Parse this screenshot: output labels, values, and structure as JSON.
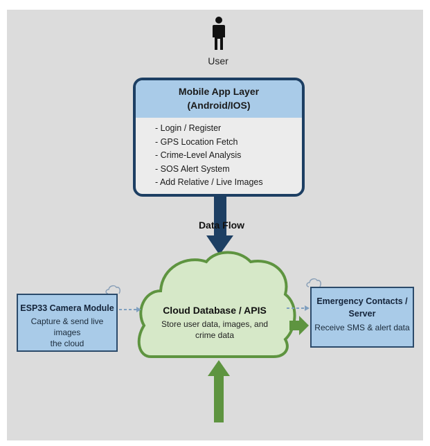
{
  "diagram": {
    "user": {
      "label": "User",
      "icon": "person-icon"
    },
    "mobile_app": {
      "title_line1": "Mobile App Layer",
      "title_line2": "(Android/IOS)",
      "features": [
        "- Login / Register",
        "- GPS Location Fetch",
        "- Crime-Level Analysis",
        "- SOS Alert System",
        "- Add Relative / Live Images"
      ]
    },
    "data_flow_label": "Data Flow",
    "cloud": {
      "title": "Cloud Database / APIS",
      "desc_line1": "Store user data, images, and",
      "desc_line2": "crime data"
    },
    "camera_module": {
      "title": "ESP33 Camera Module",
      "desc_line1": "Capture & send live images",
      "desc_line2": "the cloud"
    },
    "emergency": {
      "title_line1": "Emergency Contacts /",
      "title_line2": "Server",
      "desc": "Receive SMS & alert data"
    },
    "colors": {
      "background": "#dcdcdc",
      "navy": "#1d3f63",
      "light_blue": "#a9cbe8",
      "cloud_fill": "#d6e8c8",
      "cloud_stroke": "#5e9440",
      "green_arrow": "#5e9440",
      "dashed_arrow": "#7f9fbf"
    }
  }
}
